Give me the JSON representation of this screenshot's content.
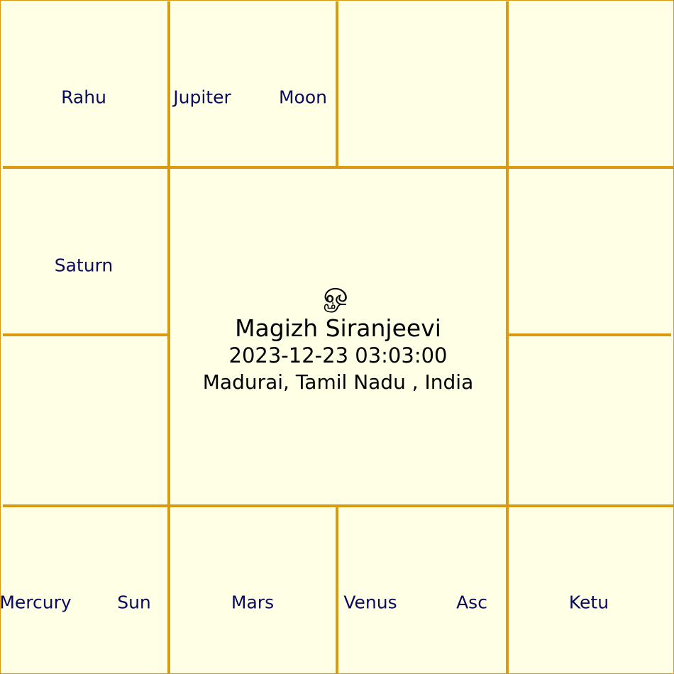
{
  "chart": {
    "houses": {
      "h1": [
        "Rahu"
      ],
      "h2": [
        "Jupiter",
        "Moon"
      ],
      "h3": [],
      "h4": [],
      "h5": [
        "Saturn"
      ],
      "h6": [],
      "h7": [],
      "h8": [],
      "h9": [
        "Mercury",
        "Sun"
      ],
      "h10": [
        "Mars"
      ],
      "h11": [
        "Venus",
        "Asc"
      ],
      "h12": [
        "Ketu"
      ]
    },
    "center": {
      "symbol": "ௐ",
      "name": "Magizh Siranjeevi",
      "datetime": "2023-12-23 03:03:00",
      "place": "Madurai, Tamil Nadu , India"
    },
    "colors": {
      "background": "#FFFFE6",
      "grid_line": "#D99A12",
      "planet_text": "#0B0B5E",
      "center_text": "#000000"
    }
  }
}
